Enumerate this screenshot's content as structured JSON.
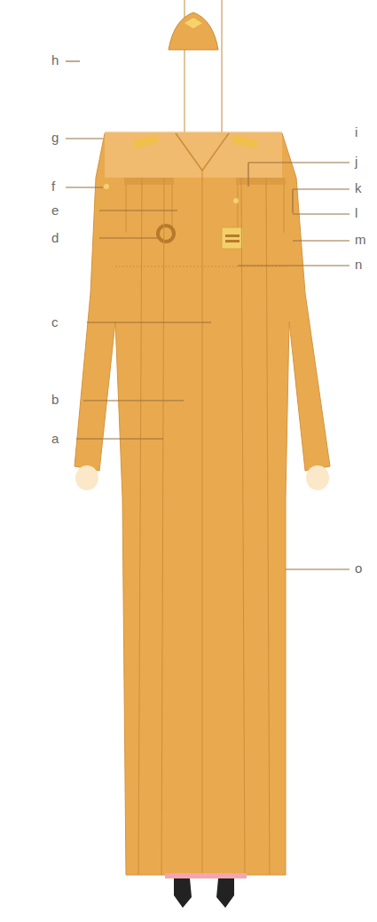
{
  "diagram": {
    "labels": [
      "h",
      "g",
      "f",
      "e",
      "d",
      "c",
      "b",
      "a",
      "i",
      "j",
      "k",
      "l",
      "m",
      "n",
      "o"
    ]
  }
}
